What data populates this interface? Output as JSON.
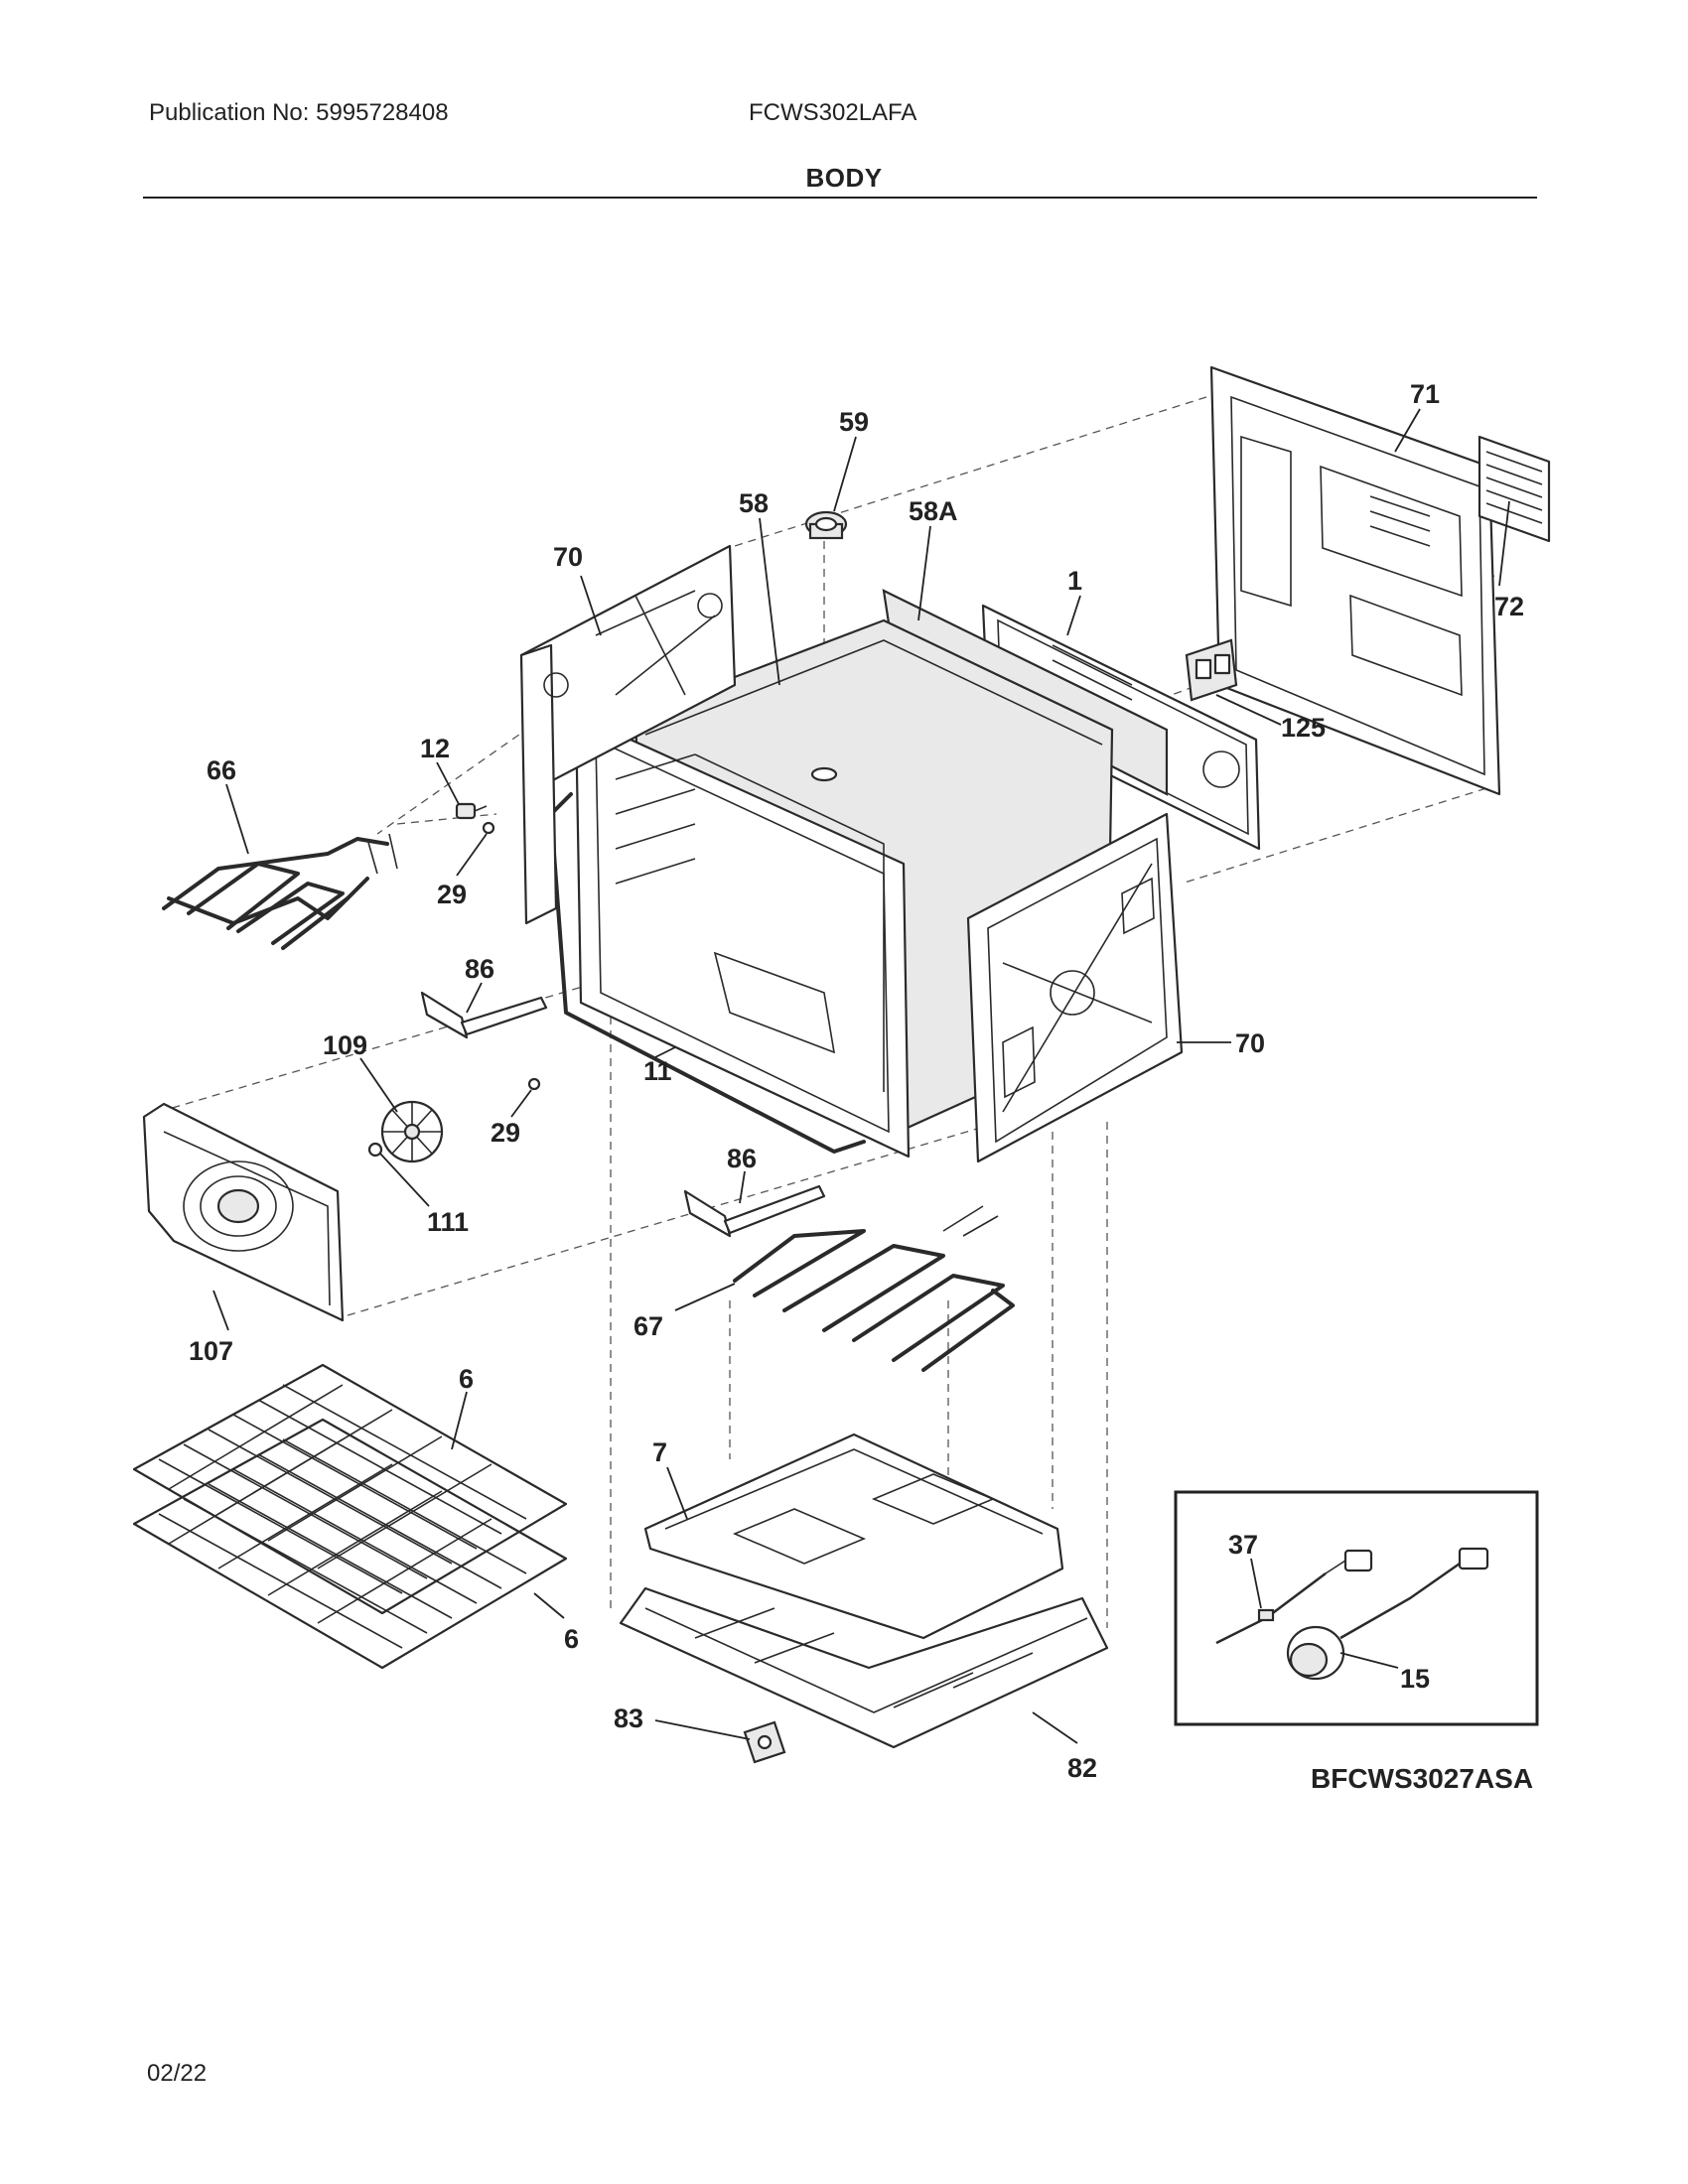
{
  "header": {
    "publication": "Publication No: 5995728408",
    "model": "FCWS302LAFA",
    "title": "BODY"
  },
  "footer": {
    "page": "02/22",
    "drawing_code": "BFCWS3027ASA"
  },
  "callouts": {
    "c1": "1",
    "c6a": "6",
    "c6b": "6",
    "c7": "7",
    "c11": "11",
    "c12": "12",
    "c15": "15",
    "c29a": "29",
    "c29b": "29",
    "c37": "37",
    "c58": "58",
    "c58A": "58A",
    "c59": "59",
    "c66": "66",
    "c67": "67",
    "c70a": "70",
    "c70b": "70",
    "c71": "71",
    "c72": "72",
    "c82": "82",
    "c83": "83",
    "c86a": "86",
    "c86b": "86",
    "c107": "107",
    "c109": "109",
    "c111": "111",
    "c125": "125"
  }
}
